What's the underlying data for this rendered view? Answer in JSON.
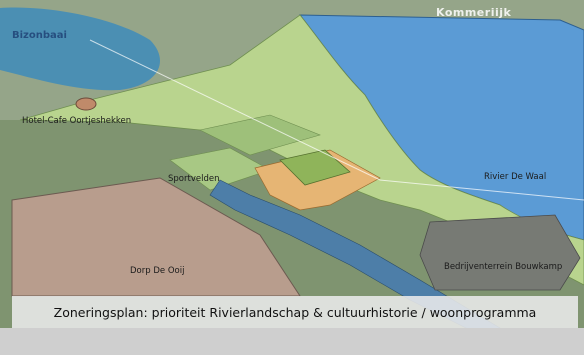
{
  "map": {
    "labels": {
      "top_right": "Kommeriijk",
      "top_left": "Bizonbaai",
      "hotel": "Hotel-Cafe Oortjeshekken",
      "sport": "Sportvelden",
      "river": "Rivier De Waal",
      "industrial": "Bedrijventerrein Bouwkamp",
      "village": "Dorp De Ooij"
    },
    "caption": "Zoneringsplan: prioriteit Rivierlandschap & cultuurhistorie / woonprogramma"
  },
  "colors": {
    "water": "#5b9bd5",
    "meadow": "#b9d48e",
    "terrain": "#8faa7a",
    "village": "#b89d8d",
    "industrial": "#777a74",
    "development": "#e6b574"
  }
}
